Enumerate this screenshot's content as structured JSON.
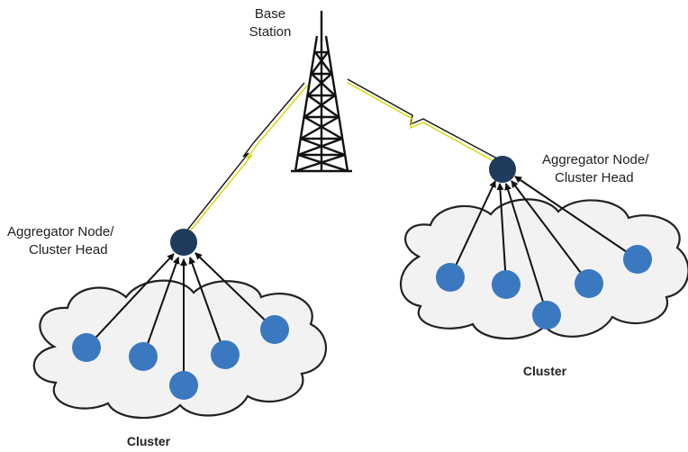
{
  "base_station": {
    "label_line1": "Base",
    "label_line2": "Station"
  },
  "left_group": {
    "head_label_line1": "Aggregator Node/",
    "head_label_line2": "Cluster Head",
    "cluster_label": "Cluster"
  },
  "right_group": {
    "head_label_line1": "Aggregator Node/",
    "head_label_line2": "Cluster Head",
    "cluster_label": "Cluster"
  },
  "colors": {
    "sensor_node": "#3a78c0",
    "cluster_head": "#1f3a5c",
    "cloud_fill": "#f2f2f2",
    "cloud_stroke": "#222222",
    "tower": "#111111",
    "link_zigzag": "#c8c800"
  }
}
